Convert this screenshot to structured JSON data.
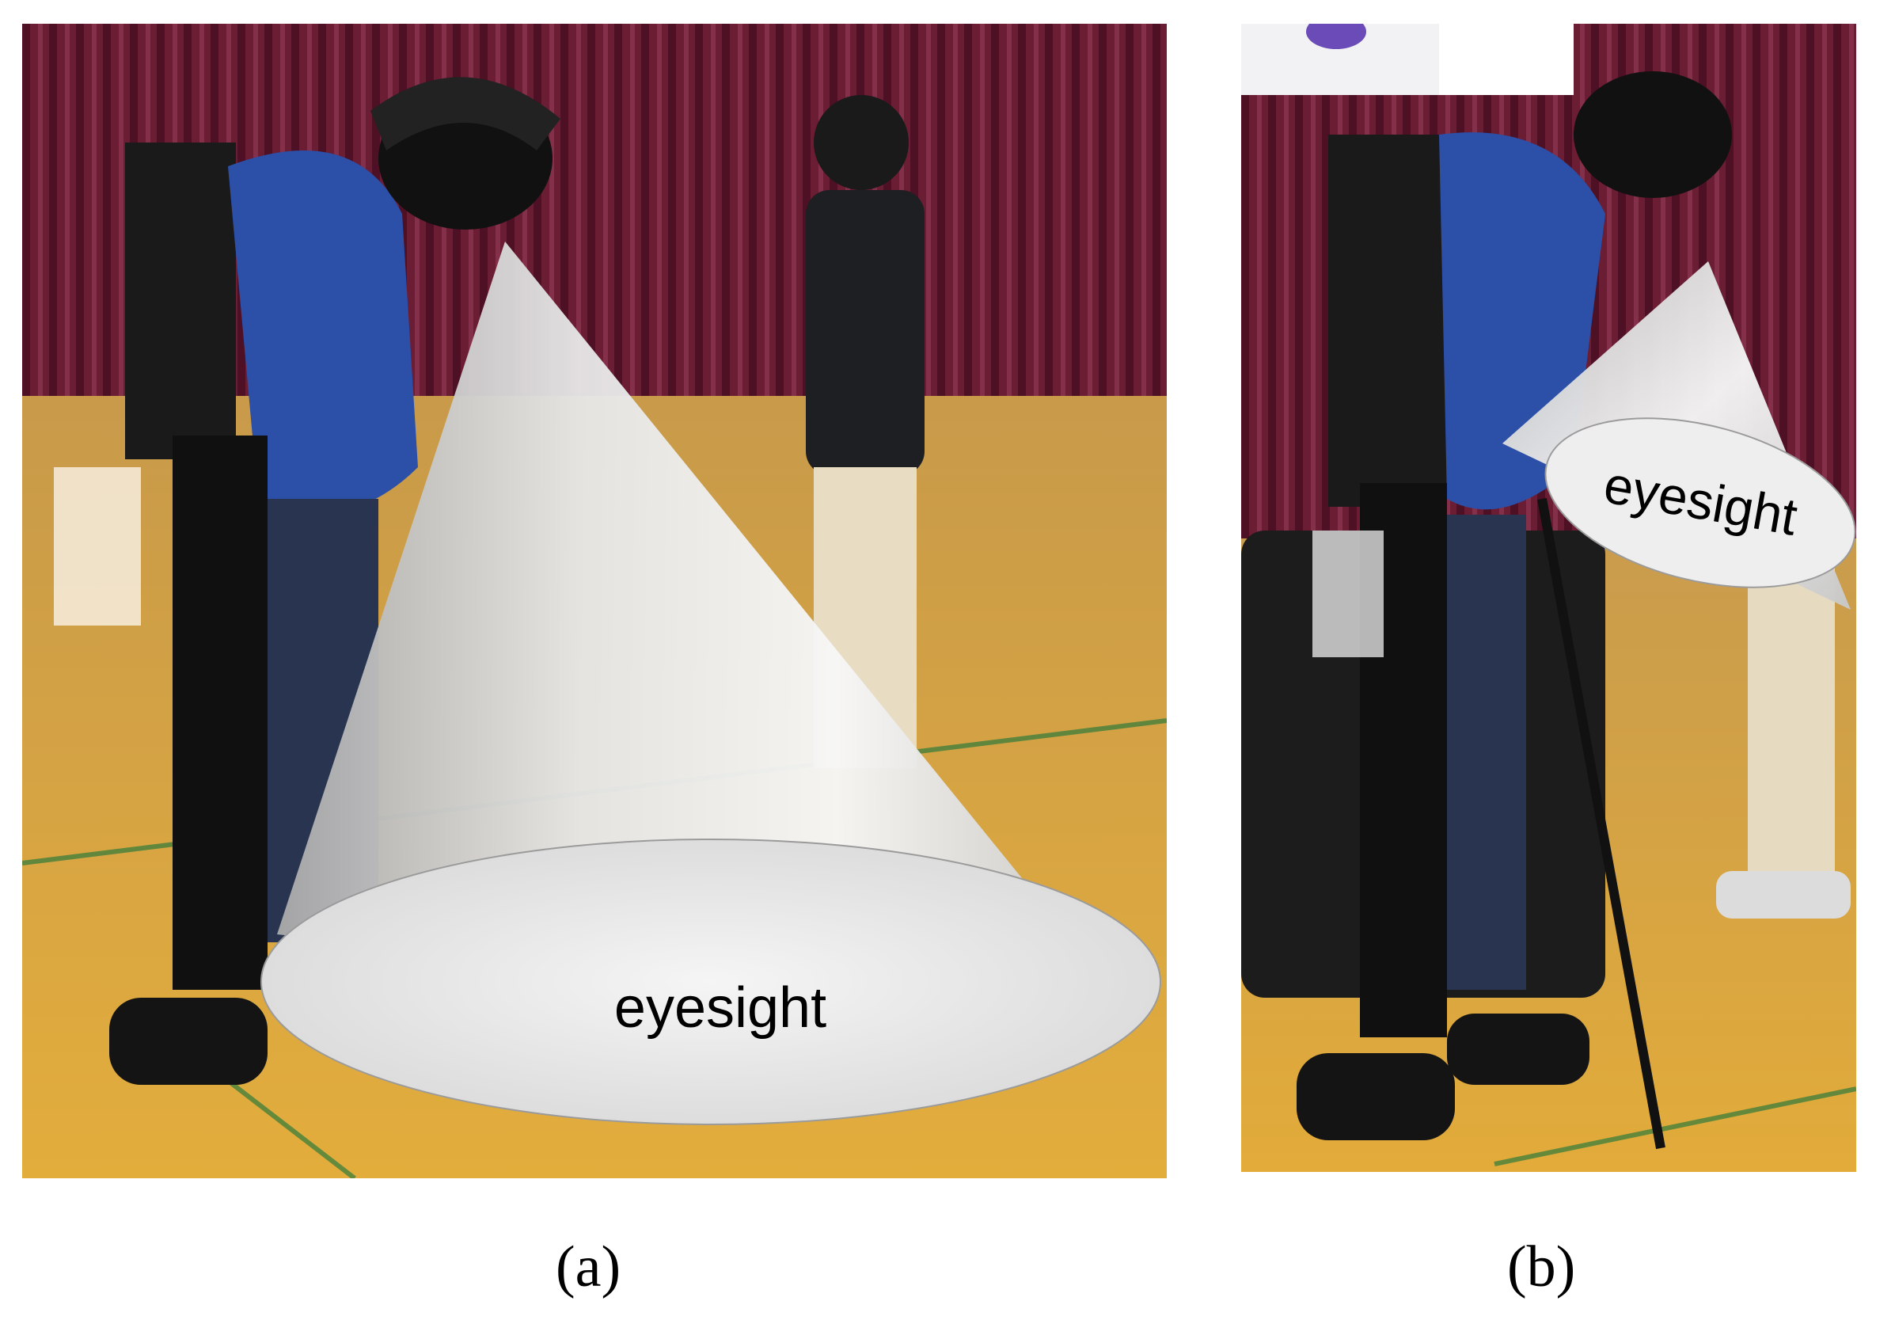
{
  "figure": {
    "panel_a": {
      "label": "(a)",
      "cone_label": "eyesight",
      "content": "photo of a person in a wearable robot exoskeleton with crutches, viewed from the side, with an overlaid gray cone representing gaze direction"
    },
    "panel_b": {
      "label": "(b)",
      "cone_label": "eyesight",
      "content": "photo of a person in a wearable robot exoskeleton with crutches looking down, with a short overlaid gray cone representing gaze direction"
    },
    "colors": {
      "curtain": "#6e1f35",
      "floor": "#d9a43c",
      "cone_light": "#f4f4f4",
      "cone_dark": "#b9b9b9"
    }
  }
}
